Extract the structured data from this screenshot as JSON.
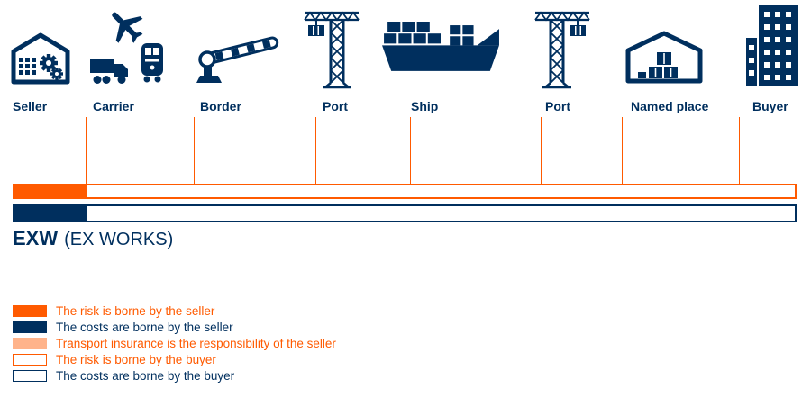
{
  "colors": {
    "navy": "#002f5e",
    "orange": "#ff5a00",
    "light_orange": "#ffb38a"
  },
  "stations": [
    {
      "label": "Seller",
      "icon": "warehouse-gears-icon"
    },
    {
      "label": "Carrier",
      "icon": "plane-truck-train-icon"
    },
    {
      "label": "Border",
      "icon": "border-barrier-icon"
    },
    {
      "label": "Port",
      "icon": "harbor-crane-icon"
    },
    {
      "label": "Ship",
      "icon": "container-ship-icon"
    },
    {
      "label": "Port",
      "icon": "harbor-crane-icon"
    },
    {
      "label": "Named place",
      "icon": "warehouse-boxes-icon"
    },
    {
      "label": "Buyer",
      "icon": "office-building-icon"
    }
  ],
  "term": {
    "code": "EXW",
    "name": "(EX WORKS)"
  },
  "legend": [
    {
      "label": "The risk is borne by the seller",
      "swatch": "orange-filled"
    },
    {
      "label": "The costs are borne by the seller",
      "swatch": "navy-filled"
    },
    {
      "label": "Transport insurance is the responsibility of the seller",
      "swatch": "light-orange-filled"
    },
    {
      "label": "The risk is borne by the buyer",
      "swatch": "orange-outline"
    },
    {
      "label": "The costs are borne by the buyer",
      "swatch": "navy-outline"
    }
  ]
}
